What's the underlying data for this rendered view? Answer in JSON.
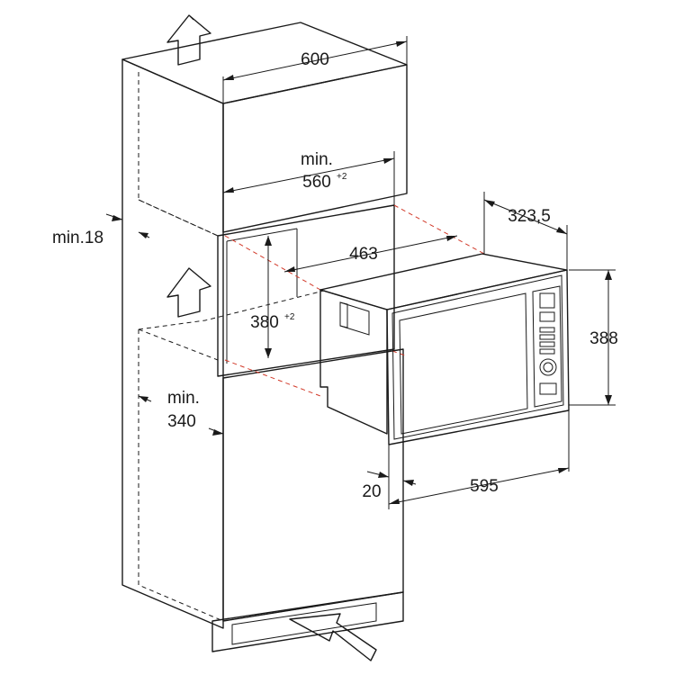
{
  "dimensions": {
    "width_top": "600",
    "niche_width_min": "min.",
    "niche_width": "560",
    "niche_width_tol": "+2",
    "side_panel": "min.18",
    "depth": "463",
    "niche_height": "380",
    "niche_height_tol": "+2",
    "lower_min": "min.",
    "lower_value": "340",
    "oven_depth": "323,5",
    "oven_height": "388",
    "frame_offset": "20",
    "oven_width": "595"
  },
  "colors": {
    "line": "#1a1a1a",
    "projection": "#d23a2a"
  }
}
